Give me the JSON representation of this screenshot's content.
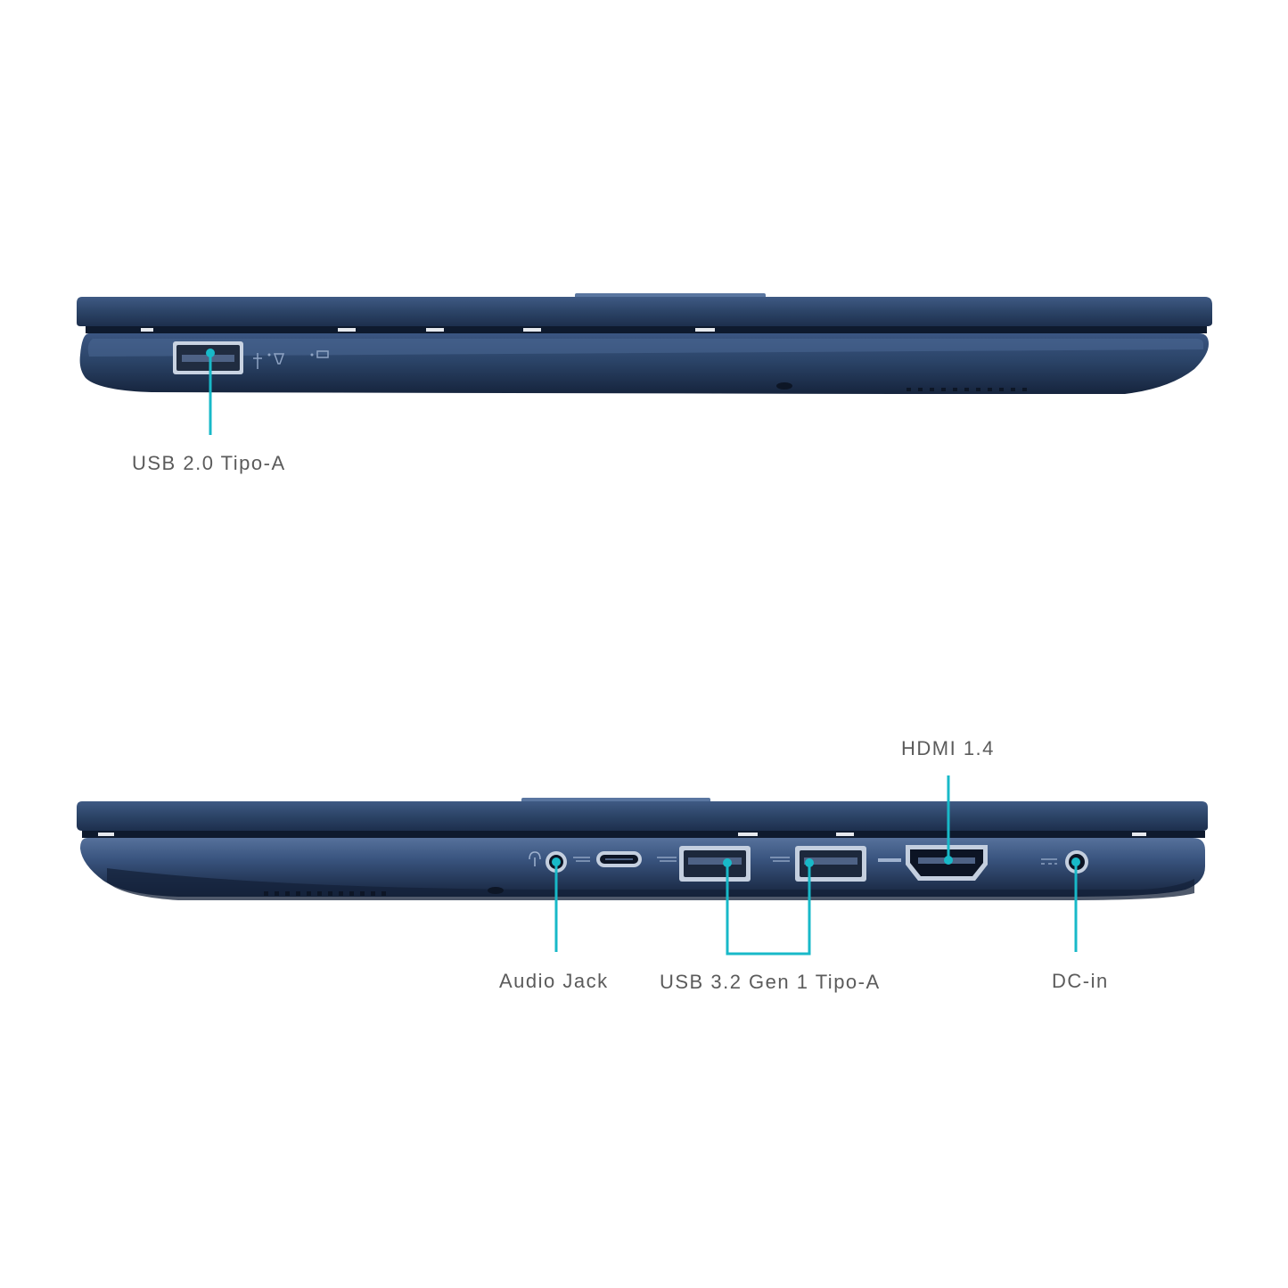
{
  "colors": {
    "chassis": "#2d4468",
    "chassis_dark": "#1b2c47",
    "chassis_light": "#4d6a95",
    "callout": "#18b9c8",
    "label_text": "#5b5b5b",
    "background": "#ffffff"
  },
  "labels": {
    "usb20": "USB 2.0 Tipo-A",
    "hdmi": "HDMI 1.4",
    "audio_jack": "Audio Jack",
    "usb32": "USB 3.2 Gen 1 Tipo-A",
    "dc_in": "DC-in"
  },
  "icons": {
    "usb_symbol": "usb-icon",
    "led_indicator": "bulb-icon",
    "battery_indicator": "battery-icon",
    "headset_symbol": "headset-icon",
    "ss_usb_symbol": "ss-usb-icon",
    "hdmi_marking": "hdmi-icon",
    "dc_symbol": "dc-icon"
  }
}
